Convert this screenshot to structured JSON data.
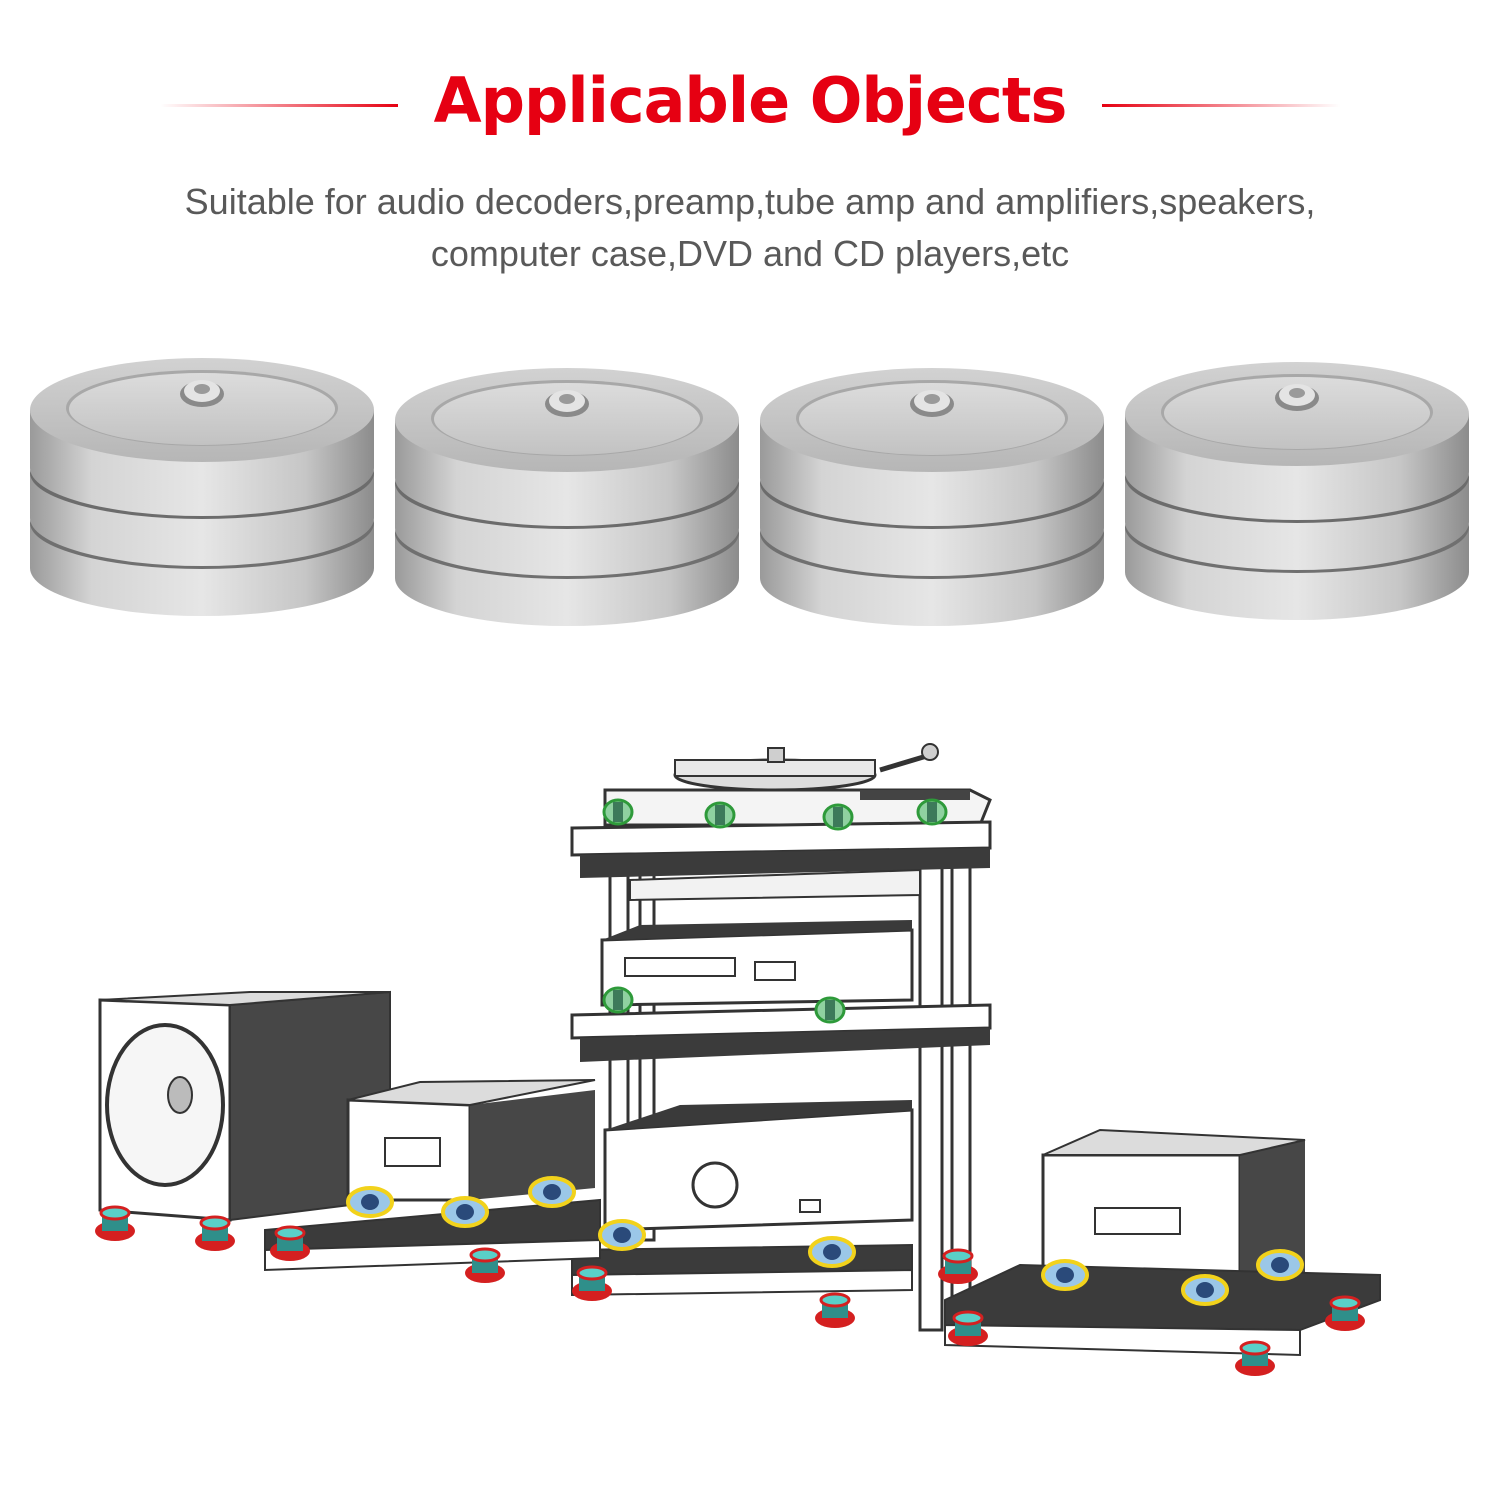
{
  "header": {
    "title": "Applicable Objects",
    "subtitle_line1": "Suitable for audio decoders,preamp,tube amp and amplifiers,speakers,",
    "subtitle_line2": "computer case,DVD and CD players,etc"
  },
  "colors": {
    "title": "#e60012",
    "rule": "#e60012",
    "subtitle": "#595959",
    "puck_metal": "#c4c4c4",
    "foot_green": "#2e9a3a",
    "foot_yellow": "#f2d21b",
    "foot_red": "#d42020"
  },
  "product": {
    "count": 4,
    "icon": "isolation-puck-icon"
  },
  "illustration": {
    "icon": "hifi-rack-illustration",
    "components": [
      "turntable",
      "cd-player",
      "amplifier",
      "subwoofer",
      "power-amp",
      "tube-amp"
    ]
  }
}
